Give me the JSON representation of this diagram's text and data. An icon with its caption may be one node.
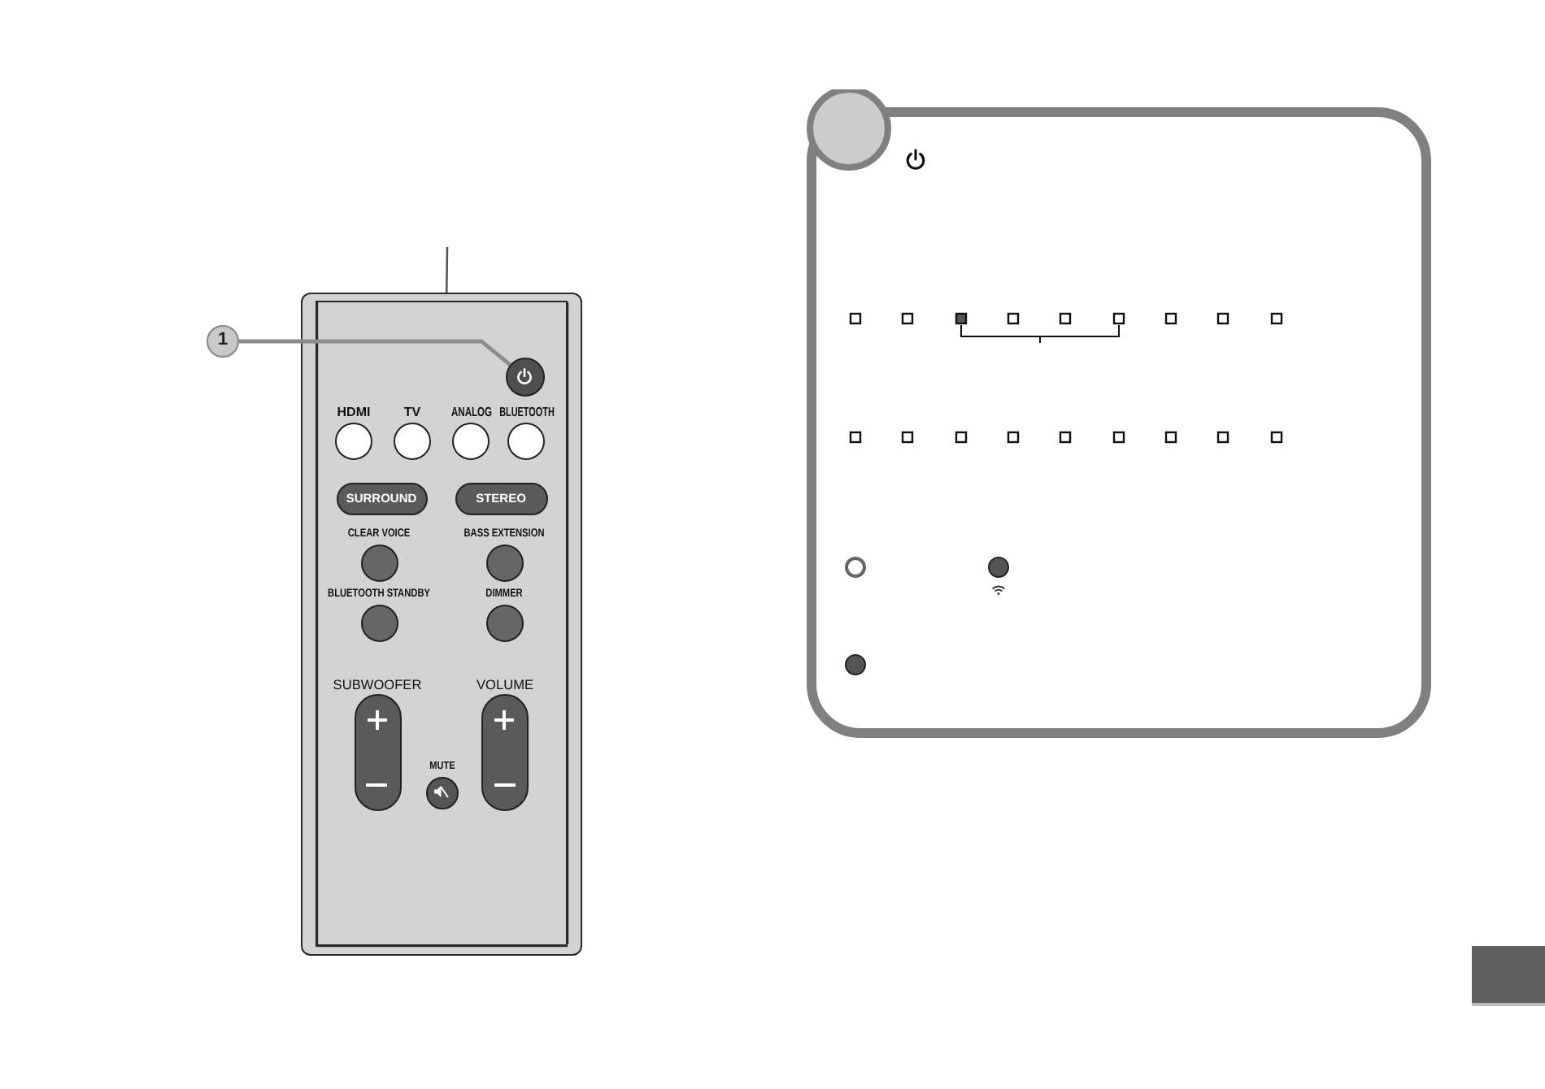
{
  "diagram": {
    "nodes": [
      {
        "text": [],
        "shape": "box"
      },
      {
        "text": [
          "1"
        ]
      },
      {
        "text": [],
        "shape": "circle",
        "in": 0
      },
      {
        "text": [
          "HDMI"
        ],
        "in": 0
      },
      {
        "text": [
          "TV"
        ],
        "in": 0
      },
      {
        "text": [
          "ANALOG"
        ],
        "in": 0
      },
      {
        "text": [
          "BLUETOOTH"
        ],
        "in": 0
      },
      {
        "text": [
          "SURROUND"
        ],
        "in": 0
      },
      {
        "text": [
          "STEREO"
        ],
        "in": 0
      },
      {
        "text": [
          "CLEAR VOICE"
        ],
        "in": 0
      },
      {
        "text": [
          "BASS EXTENSION"
        ],
        "in": 0
      },
      {
        "text": [
          "BLUETOOTH STANDBY"
        ],
        "in": 0
      },
      {
        "text": [
          "DIMMER"
        ],
        "in": 0
      },
      {
        "text": [
          "SUBWOOFER"
        ],
        "in": 0
      },
      {
        "text": [
          "VOLUME"
        ],
        "in": 0
      },
      {
        "text": [
          "MUTE"
        ],
        "in": 0
      }
    ],
    "edges": [
      {
        "from": null,
        "to": 0,
        "arrow": "none"
      },
      {
        "from": 1,
        "to": 2,
        "arrow": "none"
      }
    ]
  }
}
